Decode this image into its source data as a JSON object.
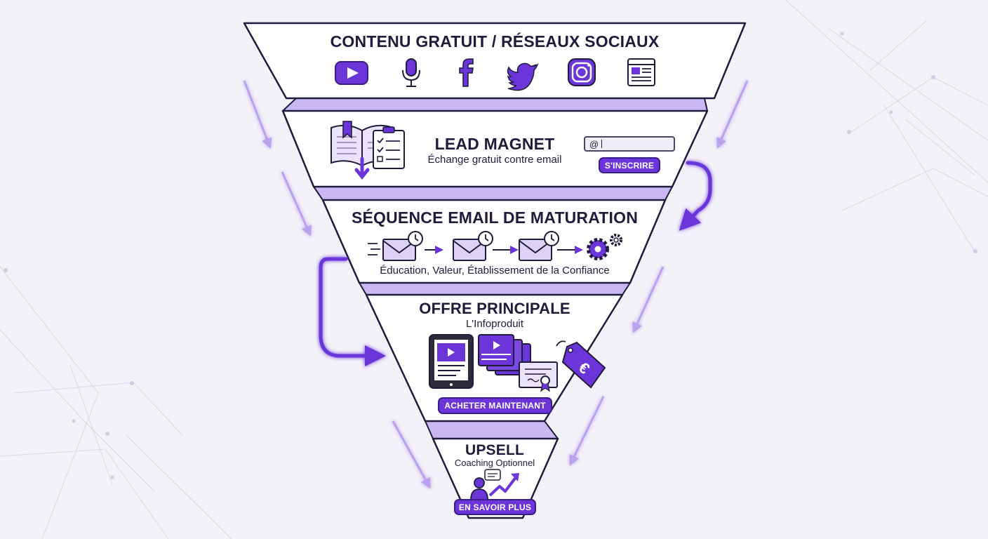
{
  "stages": [
    {
      "title": "CONTENU GRATUIT / RÉSEAUX SOCIAUX",
      "icons": [
        "youtube-icon",
        "microphone-icon",
        "facebook-icon",
        "twitter-icon",
        "instagram-icon",
        "blog-icon"
      ]
    },
    {
      "title": "LEAD MAGNET",
      "subtitle": "Échange gratuit contre email",
      "email_field": {
        "at_symbol": "@"
      },
      "button": "S'INSCRIRE"
    },
    {
      "title": "SÉQUENCE EMAIL DE MATURATION",
      "subtitle": "Éducation, Valeur, Établissement de la Confiance"
    },
    {
      "title": "OFFRE PRINCIPALE",
      "subtitle": "L'Infoproduit",
      "price_tag": "€",
      "button": "ACHETER MAINTENANT"
    },
    {
      "title": "UPSELL",
      "subtitle": "Coaching Optionnel",
      "button": "EN SAVOIR PLUS"
    }
  ],
  "colors": {
    "accent": "#6b35d9",
    "accent_light": "#c8b8f2",
    "outline": "#1f1b3a",
    "panel": "#ffffff",
    "background": "#f3f2f9"
  }
}
